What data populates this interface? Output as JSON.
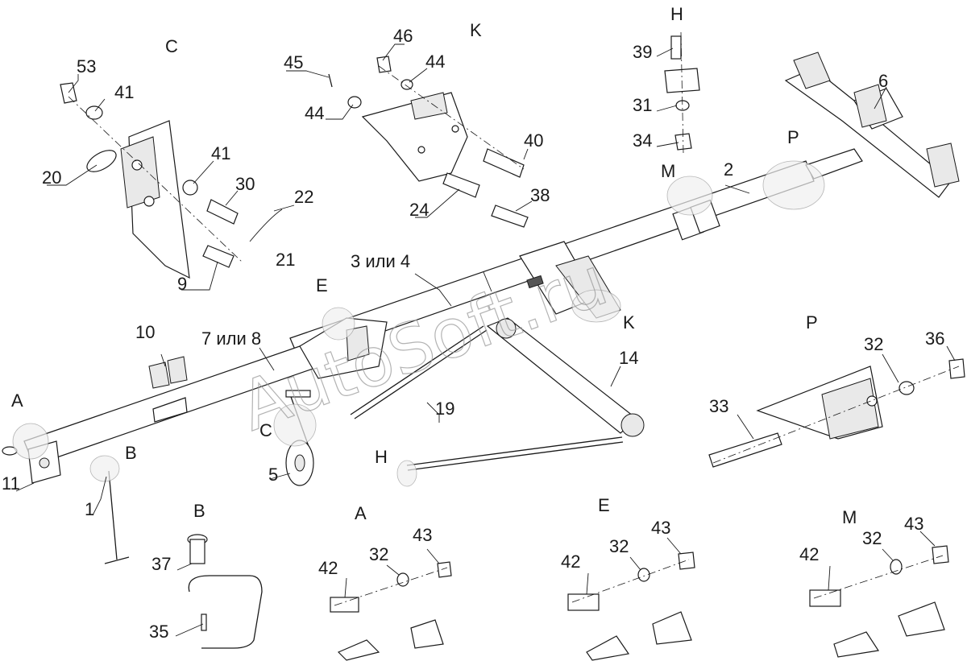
{
  "watermark": "AutoSoft.ru",
  "view_letters": {
    "C_top": "C",
    "K_top": "K",
    "H_top": "H",
    "P_right": "P",
    "B_detail": "B",
    "A_detail": "A",
    "E_detail": "E",
    "M_detail": "M",
    "A_main": "A",
    "B_main": "B",
    "C_main": "C",
    "E_main": "E",
    "K_main": "K",
    "M_main": "M",
    "P_main": "P",
    "H_main": "H"
  },
  "callouts": {
    "c53": "53",
    "c41a": "41",
    "c20": "20",
    "c41b": "41",
    "c30": "30",
    "c22": "22",
    "c9": "9",
    "c21": "21",
    "c45": "45",
    "c46": "46",
    "c44a": "44",
    "c44b": "44",
    "c40": "40",
    "c24": "24",
    "c38": "38",
    "c39": "39",
    "c31": "31",
    "c34": "34",
    "c6": "6",
    "c2": "2",
    "c3or4": "3 или 4",
    "c7or8": "7 или 8",
    "c10": "10",
    "c11": "11",
    "c1": "1",
    "c5": "5",
    "c19": "19",
    "c14": "14",
    "c32p": "32",
    "c36": "36",
    "c33": "33",
    "c37": "37",
    "c35": "35",
    "c42a": "42",
    "c32a": "32",
    "c43a": "43",
    "c42e": "42",
    "c32e": "32",
    "c43e": "43",
    "c42m": "42",
    "c32m": "32",
    "c43m": "43"
  }
}
